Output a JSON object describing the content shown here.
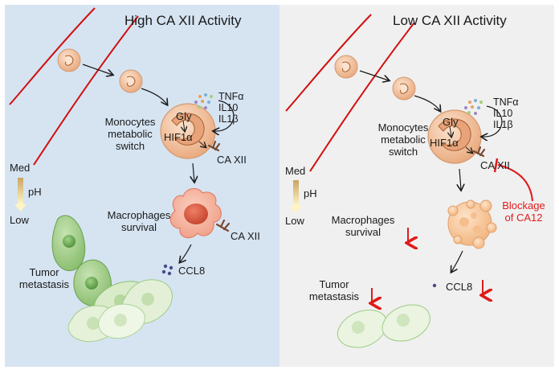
{
  "panels": [
    {
      "title": "High CA XII Activity",
      "background": "#d6e4f2",
      "cytokines": [
        "TNFα",
        "IL10",
        "IL1β"
      ],
      "gly": "Gly",
      "hif": "HIF1α",
      "monocytes": [
        "Monocytes",
        "metabolic",
        "switch"
      ],
      "ca_xii_monocyte": "CA XII",
      "ph_scale": {
        "top": "Med",
        "mid": "pH",
        "bottom": "Low"
      },
      "macrophages": [
        "Macrophages",
        "survival"
      ],
      "ca_xii_macrophage": "CA XII",
      "ccl8": "CCL8",
      "tumor": [
        "Tumor",
        "metastasis"
      ]
    },
    {
      "title": "Low CA XII Activity",
      "background": "#f0f0f0",
      "cytokines": [
        "TNFα",
        "IL10",
        "IL1β"
      ],
      "gly": "Gly",
      "hif": "HIF1α",
      "monocytes": [
        "Monocytes",
        "metabolic",
        "switch"
      ],
      "ca_xii_monocyte": "CA XII",
      "ph_scale": {
        "top": "Med",
        "mid": "pH",
        "bottom": "Low"
      },
      "blockage": [
        "Blockage",
        "of CA12"
      ],
      "macrophages": [
        "Macrophages",
        "survival"
      ],
      "ccl8": "CCL8",
      "tumor": [
        "Tumor",
        "metastasis"
      ]
    }
  ],
  "colors": {
    "vessel": "#d11010",
    "inhibition": "#e01b1b",
    "cell_fill": "#f3c9a6",
    "macrophage_fill": "#f1a58d",
    "tumor_dark": "#8cc370",
    "tumor_light": "#dbeccc",
    "apoptotic_fill": "#f7c9a1",
    "chemokine_dot": "#4a4a8a"
  }
}
